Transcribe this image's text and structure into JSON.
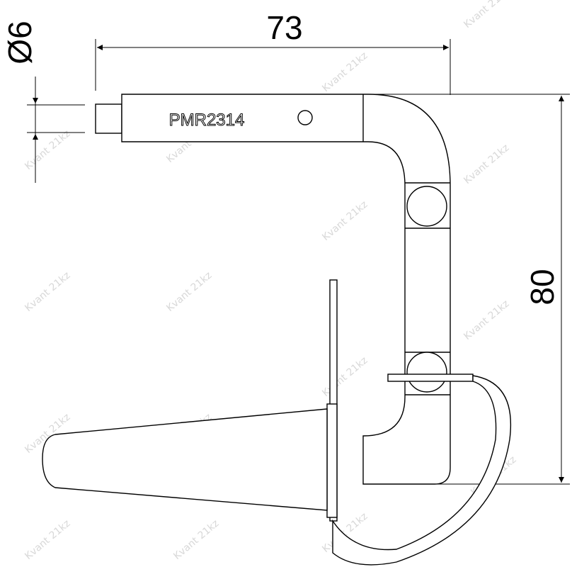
{
  "drawing": {
    "part_number": "PMR2314",
    "dimensions": {
      "width_label": "73",
      "height_label": "80",
      "diameter_label": "Ø6"
    },
    "watermark_text": "Kvant 21kz",
    "colors": {
      "line": "#000000",
      "dim_line": "#000000",
      "watermark": "#d8d8d8",
      "background": "#ffffff"
    }
  }
}
